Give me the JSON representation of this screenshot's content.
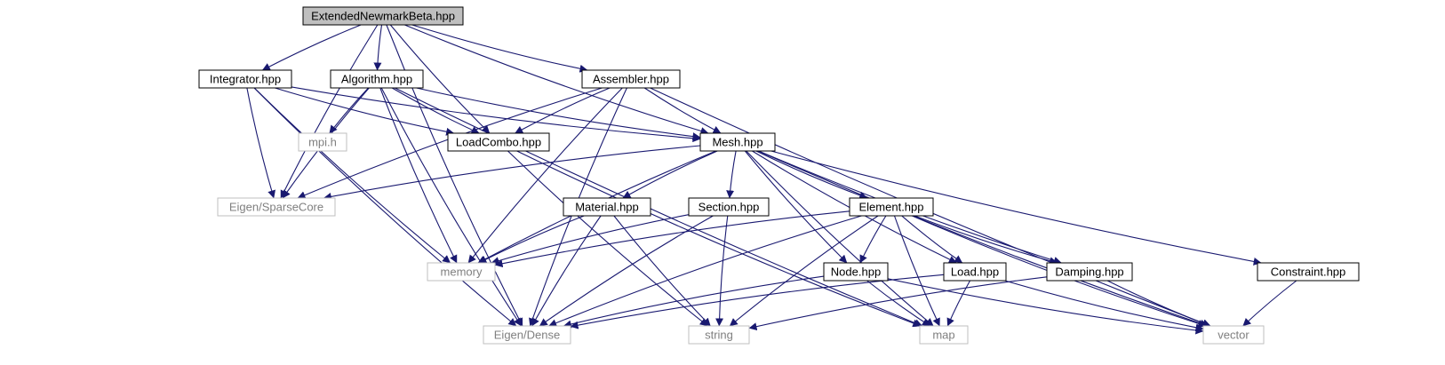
{
  "graph": {
    "colors": {
      "edge": "#191970",
      "root_fill": "#bfbfbf",
      "node_border": "#000000",
      "external_border": "#bfbfbf",
      "external_text": "#7f7f7f",
      "text": "#000000"
    },
    "nodes": [
      {
        "id": "extendednewmarkbeta",
        "label": "ExtendedNewmarkBeta.hpp",
        "kind": "root"
      },
      {
        "id": "integrator",
        "label": "Integrator.hpp",
        "kind": "local"
      },
      {
        "id": "algorithm",
        "label": "Algorithm.hpp",
        "kind": "local"
      },
      {
        "id": "assembler",
        "label": "Assembler.hpp",
        "kind": "local"
      },
      {
        "id": "mpi",
        "label": "mpi.h",
        "kind": "external"
      },
      {
        "id": "loadcombo",
        "label": "LoadCombo.hpp",
        "kind": "local"
      },
      {
        "id": "mesh",
        "label": "Mesh.hpp",
        "kind": "local"
      },
      {
        "id": "sparsecore",
        "label": "Eigen/SparseCore",
        "kind": "external"
      },
      {
        "id": "material",
        "label": "Material.hpp",
        "kind": "local"
      },
      {
        "id": "section",
        "label": "Section.hpp",
        "kind": "local"
      },
      {
        "id": "element",
        "label": "Element.hpp",
        "kind": "local"
      },
      {
        "id": "memory",
        "label": "memory",
        "kind": "external"
      },
      {
        "id": "node",
        "label": "Node.hpp",
        "kind": "local"
      },
      {
        "id": "load",
        "label": "Load.hpp",
        "kind": "local"
      },
      {
        "id": "damping",
        "label": "Damping.hpp",
        "kind": "local"
      },
      {
        "id": "constraint",
        "label": "Constraint.hpp",
        "kind": "local"
      },
      {
        "id": "dense",
        "label": "Eigen/Dense",
        "kind": "external"
      },
      {
        "id": "string",
        "label": "string",
        "kind": "external"
      },
      {
        "id": "map",
        "label": "map",
        "kind": "external"
      },
      {
        "id": "vector",
        "label": "vector",
        "kind": "external"
      }
    ],
    "edges": [
      [
        "extendednewmarkbeta",
        "integrator"
      ],
      [
        "extendednewmarkbeta",
        "algorithm"
      ],
      [
        "extendednewmarkbeta",
        "assembler"
      ],
      [
        "extendednewmarkbeta",
        "loadcombo"
      ],
      [
        "extendednewmarkbeta",
        "mesh"
      ],
      [
        "extendednewmarkbeta",
        "sparsecore"
      ],
      [
        "extendednewmarkbeta",
        "dense"
      ],
      [
        "integrator",
        "loadcombo"
      ],
      [
        "integrator",
        "mesh"
      ],
      [
        "integrator",
        "sparsecore"
      ],
      [
        "integrator",
        "memory"
      ],
      [
        "integrator",
        "dense"
      ],
      [
        "algorithm",
        "mpi"
      ],
      [
        "algorithm",
        "loadcombo"
      ],
      [
        "algorithm",
        "mesh"
      ],
      [
        "algorithm",
        "sparsecore"
      ],
      [
        "algorithm",
        "memory"
      ],
      [
        "algorithm",
        "dense"
      ],
      [
        "algorithm",
        "map"
      ],
      [
        "assembler",
        "loadcombo"
      ],
      [
        "assembler",
        "mesh"
      ],
      [
        "assembler",
        "sparsecore"
      ],
      [
        "assembler",
        "memory"
      ],
      [
        "assembler",
        "dense"
      ],
      [
        "assembler",
        "vector"
      ],
      [
        "loadcombo",
        "string"
      ],
      [
        "loadcombo",
        "map"
      ],
      [
        "mesh",
        "sparsecore"
      ],
      [
        "mesh",
        "material"
      ],
      [
        "mesh",
        "section"
      ],
      [
        "mesh",
        "element"
      ],
      [
        "mesh",
        "memory"
      ],
      [
        "mesh",
        "node"
      ],
      [
        "mesh",
        "load"
      ],
      [
        "mesh",
        "damping"
      ],
      [
        "mesh",
        "constraint"
      ],
      [
        "mesh",
        "vector"
      ],
      [
        "mesh",
        "map"
      ],
      [
        "material",
        "memory"
      ],
      [
        "material",
        "dense"
      ],
      [
        "material",
        "string"
      ],
      [
        "section",
        "memory"
      ],
      [
        "section",
        "dense"
      ],
      [
        "section",
        "string"
      ],
      [
        "element",
        "memory"
      ],
      [
        "element",
        "node"
      ],
      [
        "element",
        "load"
      ],
      [
        "element",
        "damping"
      ],
      [
        "element",
        "dense"
      ],
      [
        "element",
        "string"
      ],
      [
        "element",
        "map"
      ],
      [
        "element",
        "vector"
      ],
      [
        "node",
        "dense"
      ],
      [
        "node",
        "map"
      ],
      [
        "node",
        "vector"
      ],
      [
        "load",
        "dense"
      ],
      [
        "load",
        "map"
      ],
      [
        "load",
        "vector"
      ],
      [
        "damping",
        "string"
      ],
      [
        "damping",
        "vector"
      ],
      [
        "constraint",
        "vector"
      ]
    ]
  }
}
